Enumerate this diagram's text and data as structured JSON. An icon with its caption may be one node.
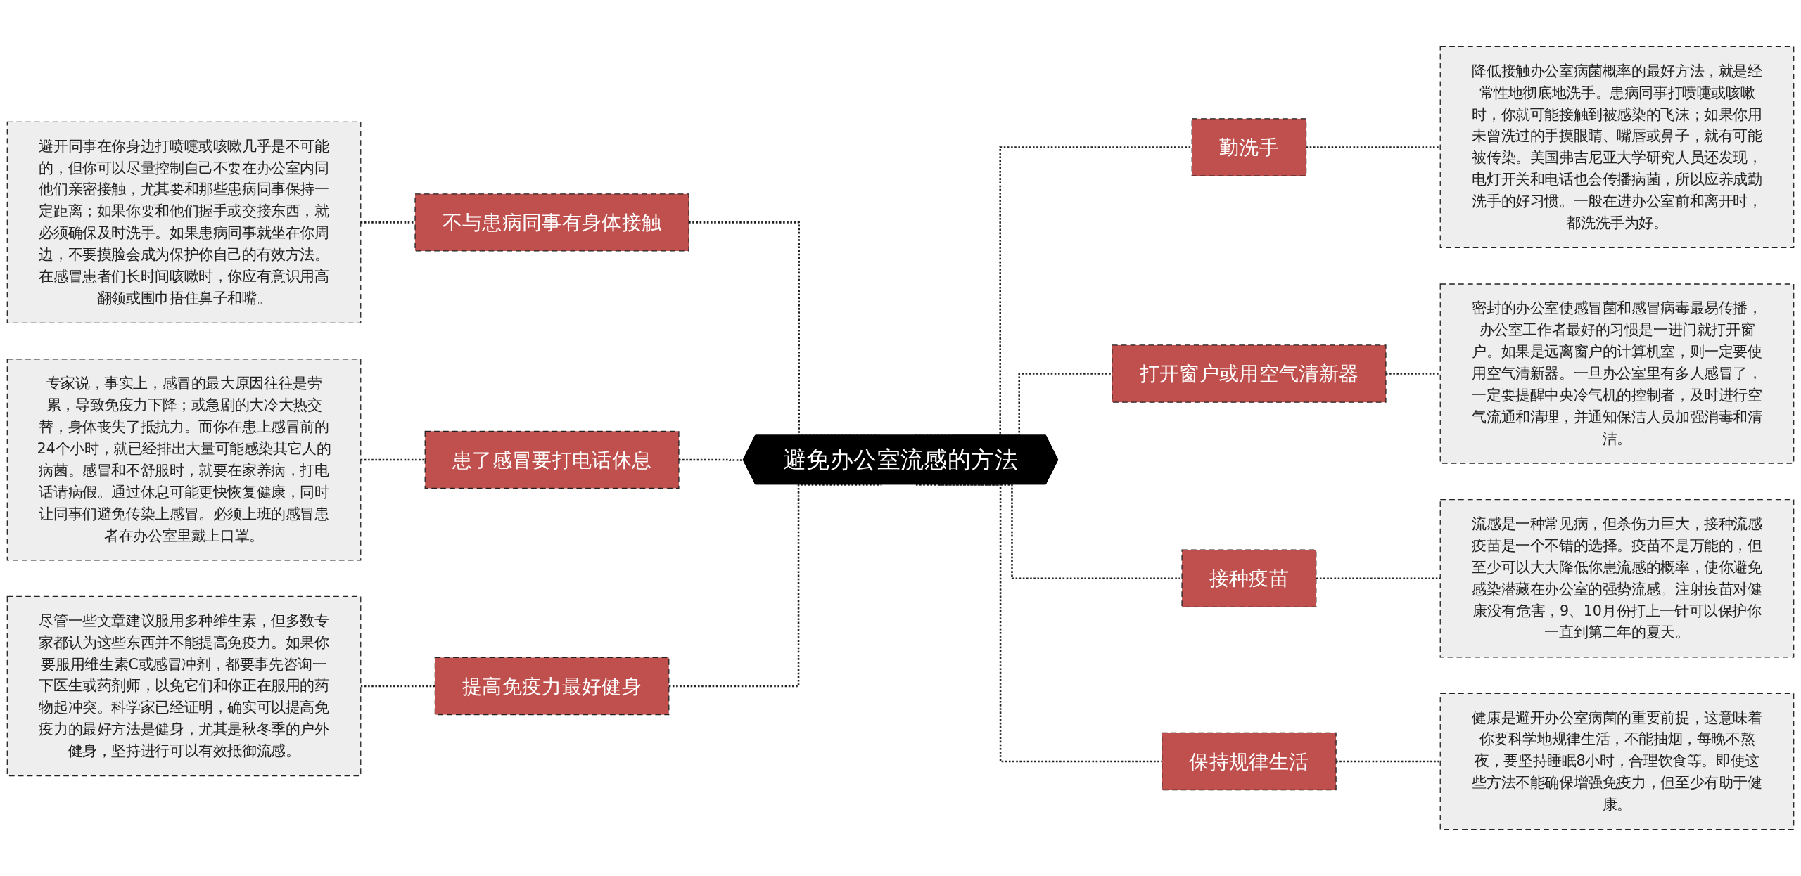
{
  "diagram": {
    "nodes": [
      {
        "text": [
          "避免办公室流感的方法"
        ]
      },
      {
        "text": [
          "不与患病同事有身体接触"
        ]
      },
      {
        "text": [
          "避开同事在你身边打喷嚏或咳嗽几乎是不可能的，但你可以尽量控制自己不要在办公室内同他们亲密接触，尤其要和那些患病同事保持一定距离；如果你要和他们握手或交接东西，就必须确保及时洗手。如果患病同事就坐在你周边，不要摸脸会成为保护你自己的有效方法。在感冒患者们长时间咳嗽时，你应有意识用高翻领或围巾捂住鼻子和嘴。"
        ]
      },
      {
        "text": [
          "患了感冒要打电话休息"
        ]
      },
      {
        "text": [
          "专家说，事实上，感冒的最大原因往往是劳累，导致免疫力下降；或急剧的大冷大热交替，身体丧失了抵抗力。而你在患上感冒前的24个小时，就已经排出大量可能感染其它人的病菌。感冒和不舒服时，就要在家养病，打电话请病假。通过休息可能更快恢复健康，同时让同事们避免传染上感冒。必须上班的感冒患者在办公室里戴上口罩。"
        ]
      },
      {
        "text": [
          "提高免疫力最好健身"
        ]
      },
      {
        "text": [
          "尽管一些文章建议服用多种维生素，但多数专家都认为这些东西并不能提高免疫力。如果你要服用维生素C或感冒冲剂，都要事先咨询一下医生或药剂师，以免它们和你正在服用的药物起冲突。科学家已经证明，确实可以提高免疫力的最好方法是健身，尤其是秋冬季的户外健身，坚持进行可以有效抵御流感。"
        ]
      },
      {
        "text": [
          "勤洗手"
        ]
      },
      {
        "text": [
          "降低接触办公室病菌概率的最好方法，就是经常性地彻底地洗手。患病同事打喷嚏或咳嗽时，你就可能接触到被感染的飞沫；如果你用未曾洗过的手摸眼睛、嘴唇或鼻子，就有可能被传染。美国弗吉尼亚大学研究人员还发现，电灯开关和电话也会传播病菌，所以应养成勤洗手的好习惯。一般在进办公室前和离开时，都洗洗手为好。"
        ]
      },
      {
        "text": [
          "打开窗户或用空气清新器"
        ]
      },
      {
        "text": [
          "密封的办公室使感冒菌和感冒病毒最易传播，办公室工作者最好的习惯是一进门就打开窗户。如果是远离窗户的计算机室，则一定要使用空气清新器。一旦办公室里有多人感冒了，一定要提醒中央冷气机的控制者，及时进行空气流通和清理，并通知保洁人员加强消毒和清洁。"
        ]
      },
      {
        "text": [
          "接种疫苗"
        ]
      },
      {
        "text": [
          "流感是一种常见病，但杀伤力巨大，接种流感疫苗是一个不错的选择。疫苗不是万能的，但至少可以大大降低你患流感的概率，使你避免感染潜藏在办公室的强势流感。注射疫苗对健康没有危害，9、10月份打上一针可以保护你一直到第二年的夏天。"
        ]
      },
      {
        "text": [
          "保持规律生活"
        ]
      },
      {
        "text": [
          "健康是避开办公室病菌的重要前提，这意味着你要科学地规律生活，不能抽烟，每晚不熬夜，要坚持睡眠8小时，合理饮食等。即使这些方法不能确保增强免疫力，但至少有助于健康。"
        ]
      }
    ],
    "edges": [
      {
        "from": 0,
        "to": 1,
        "arrow": "none",
        "style": "dashed"
      },
      {
        "from": 1,
        "to": 2,
        "arrow": "none",
        "style": "dashed"
      },
      {
        "from": 0,
        "to": 3,
        "arrow": "none",
        "style": "dashed"
      },
      {
        "from": 3,
        "to": 4,
        "arrow": "none",
        "style": "dashed"
      },
      {
        "from": 0,
        "to": 5,
        "arrow": "none",
        "style": "dashed"
      },
      {
        "from": 5,
        "to": 6,
        "arrow": "none",
        "style": "dashed"
      },
      {
        "from": 0,
        "to": 7,
        "arrow": "none",
        "style": "dashed"
      },
      {
        "from": 7,
        "to": 8,
        "arrow": "none",
        "style": "dashed"
      },
      {
        "from": 0,
        "to": 9,
        "arrow": "none",
        "style": "dashed"
      },
      {
        "from": 9,
        "to": 10,
        "arrow": "none",
        "style": "dashed"
      },
      {
        "from": 0,
        "to": 11,
        "arrow": "none",
        "style": "dashed"
      },
      {
        "from": 11,
        "to": 12,
        "arrow": "none",
        "style": "dashed"
      },
      {
        "from": 0,
        "to": 13,
        "arrow": "none",
        "style": "dashed"
      },
      {
        "from": 13,
        "to": 14,
        "arrow": "none",
        "style": "dashed"
      }
    ]
  }
}
